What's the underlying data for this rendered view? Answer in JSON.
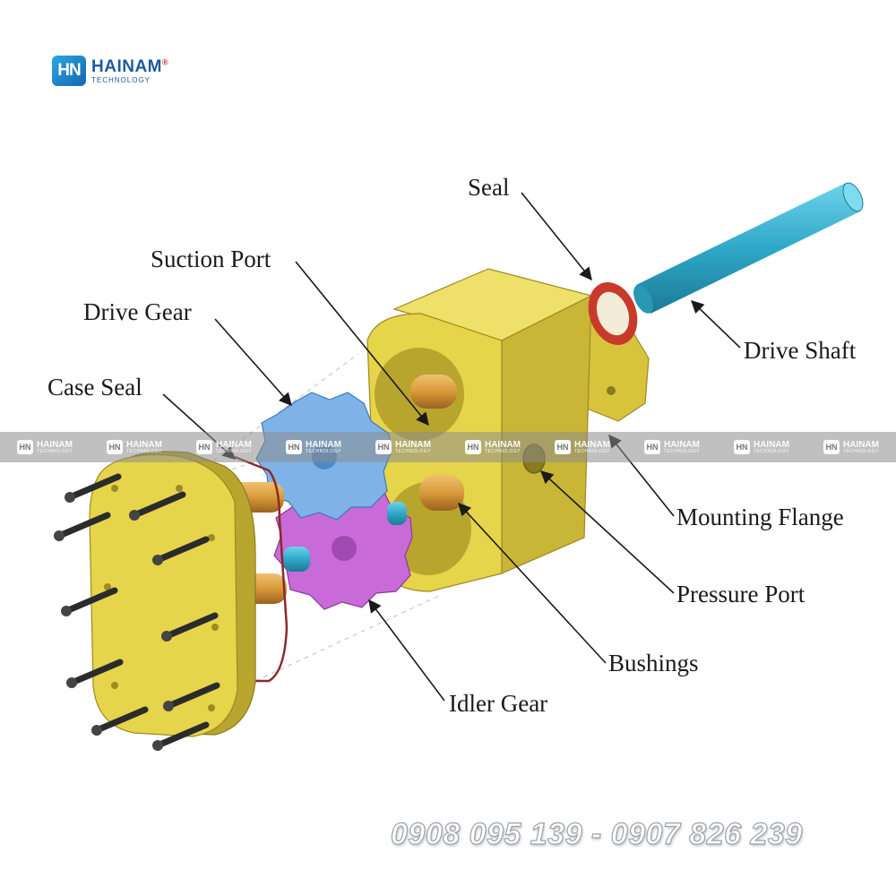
{
  "brand": {
    "mark": "HN",
    "name": "HAINAM",
    "trademark": "®",
    "tagline": "TECHNOLOGY"
  },
  "watermark": {
    "mark": "HN",
    "name": "HAINAM",
    "tagline": "TECHNOLOGY",
    "count": 10
  },
  "contact": {
    "phones": "0908 095 139 - 0907 826 239"
  },
  "colors": {
    "housing": "#e6d44a",
    "housing_shade": "#b8a52e",
    "drive_gear": "#7fb3e8",
    "idler_gear": "#c86ad8",
    "shaft": "#2fa8c8",
    "seal": "#c83a2a",
    "bushing": "#d99a3a",
    "bolt": "#333333"
  },
  "labels": {
    "seal": "Seal",
    "suction_port": "Suction Port",
    "drive_gear": "Drive Gear",
    "case_seal": "Case Seal",
    "drive_shaft": "Drive Shaft",
    "mounting_flange": "Mounting Flange",
    "pressure_port": "Pressure Port",
    "bushings": "Bushings",
    "idler_gear": "Idler Gear"
  }
}
